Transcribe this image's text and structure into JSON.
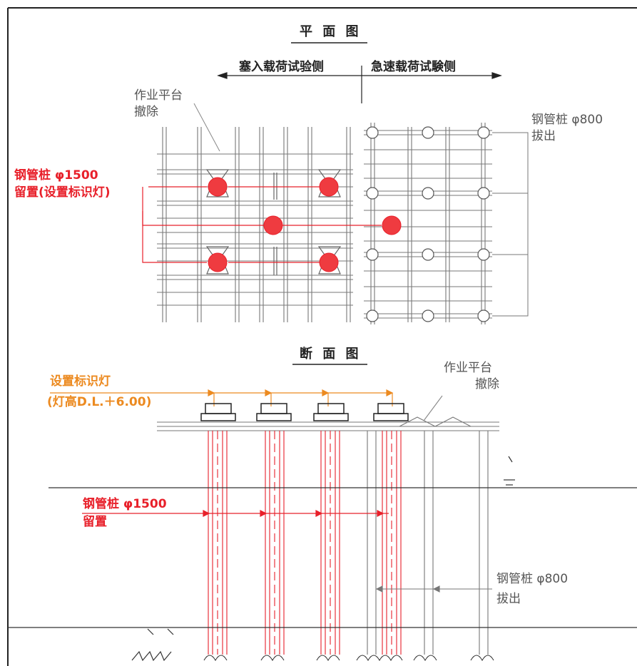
{
  "plan": {
    "title": "平 面 图",
    "left_side": "塞入载荷试验侧",
    "right_side": "急速载荷试験侧",
    "platform_line1": "作业平台",
    "platform_line2": "撤除",
    "pile800_line1": "钢管桩 φ800",
    "pile800_line2": "拔出",
    "pile1500_line1": "钢管桩 φ1500",
    "pile1500_line2": "留置(设置标识灯)"
  },
  "section": {
    "title": "断 面 图",
    "lamp_line1": "设置标识灯",
    "lamp_line2": "(灯高D.L.＋6.00)",
    "platform_line1": "作业平台",
    "platform_line2": "撤除",
    "pile1500_line1": "钢管桩 φ1500",
    "pile1500_line2": "留置",
    "pile800_line1": "钢管桩 φ800",
    "pile800_line2": "拔出"
  },
  "colors": {
    "red": "#e8202a",
    "orange": "#ec8a20",
    "line": "#555555"
  }
}
